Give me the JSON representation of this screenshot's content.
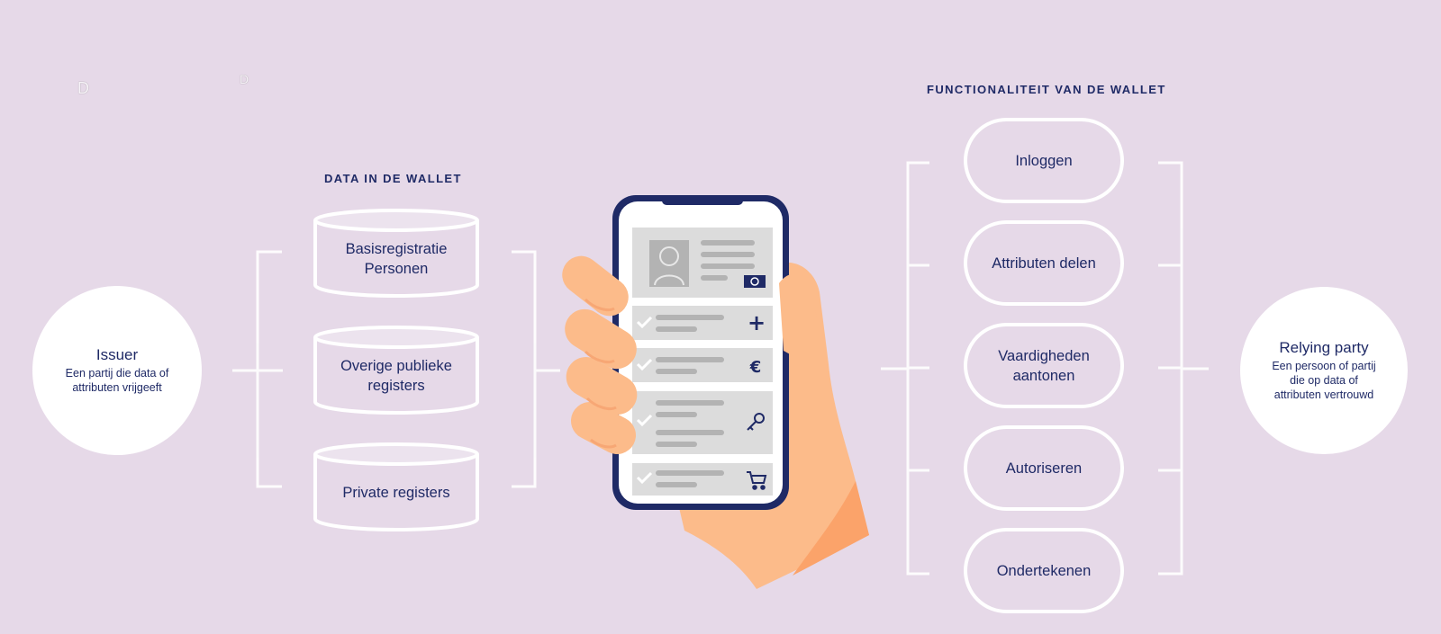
{
  "colors": {
    "background": "#e6d9e8",
    "text": "#1f2a66",
    "shape": "#ffffff",
    "skin": "#fcbb8a",
    "phone_frame": "#1f2a66"
  },
  "logo": {
    "left_fragment": "D",
    "right_fragment": "D"
  },
  "left_section": {
    "heading": "DATA IN DE WALLET"
  },
  "right_section": {
    "heading": "FUNCTIONALITEIT VAN DE WALLET"
  },
  "issuer": {
    "title": "Issuer",
    "subtitle_line1": "Een partij die data of",
    "subtitle_line2": "attributen vrijgeeft"
  },
  "relying_party": {
    "title": "Relying party",
    "subtitle_line1": "Een persoon of partij",
    "subtitle_line2": "die op data of",
    "subtitle_line3": "attributen vertrouwd"
  },
  "registers": [
    {
      "label": "Basisregistratie\nPersonen"
    },
    {
      "label": "Overige publieke\nregisters"
    },
    {
      "label": "Private registers"
    }
  ],
  "functions": [
    {
      "label": "Inloggen"
    },
    {
      "label": "Attributen delen"
    },
    {
      "label": "Vaardigheden\naantonen"
    },
    {
      "label": "Autoriseren"
    },
    {
      "label": "Ondertekenen"
    }
  ],
  "phone_cards": [
    {
      "icon": "person-id-icon"
    },
    {
      "icon": "plus-icon",
      "glyph": "+"
    },
    {
      "icon": "euro-icon",
      "glyph": "€"
    },
    {
      "icon": "key-icon"
    },
    {
      "icon": "cart-icon"
    }
  ]
}
